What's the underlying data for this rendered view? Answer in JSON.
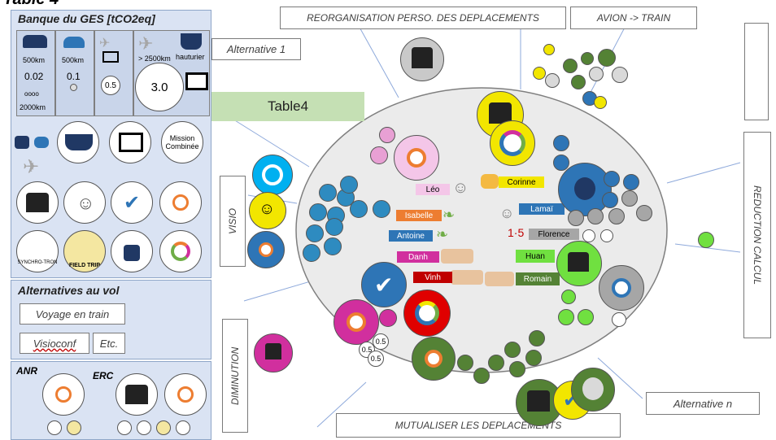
{
  "heading": "Table 4",
  "bank": {
    "title": "Banque du GES [tCO2eq]",
    "car_dist": "500km",
    "train_dist": "500km",
    "train_total": "2000km",
    "car_val": "0.02",
    "train_val": "0.1",
    "screen_val": "0.5",
    "plane_dist": "> 2500km",
    "ship_label": "hauturier",
    "big_val": "3.0",
    "mission": "Mission Combinée",
    "synchrotron": "SYNCHRO-TRON",
    "field_trip": "FIELD TRIP"
  },
  "alternatives_vol": {
    "title": "Alternatives au vol",
    "train": "Voyage en train",
    "visio": "Visioconf",
    "etc": "Etc."
  },
  "funding": {
    "anr": "ANR",
    "erc": "ERC"
  },
  "labels": {
    "reorg": "REORGANISATION PERSO. DES DEPLACEMENTS",
    "avion_train": "AVION -> TRAIN",
    "alt1": "Alternative 1",
    "table4": "Table4",
    "visio_side": "VISIO",
    "diminution": "DIMINUTION",
    "reduction": "REDUCTION CALCUL",
    "mutualiser": "MUTUALISER LES DEPLACEMENTS",
    "alt_n": "Alternative n"
  },
  "people": {
    "leo": "Léo",
    "corinne": "Corinne",
    "isabelle": "Isabelle",
    "lamai": "Lamaï",
    "antoine": "Antoine",
    "florence": "Florence",
    "danh": "Danh",
    "huan": "Huan",
    "vinh": "Vinh",
    "romain": "Romain"
  },
  "small_vals": {
    "a": "0.5",
    "b": "0.5",
    "c": "0.5"
  },
  "colors": {
    "panel": "#dae3f3",
    "table_green": "#c5e0b4",
    "oval": "#ebebeb",
    "yellow": "#f2e600",
    "blue": "#2e75b6",
    "magenta": "#d12f9e",
    "darkgreen": "#548235",
    "gray": "#a6a6a6"
  }
}
